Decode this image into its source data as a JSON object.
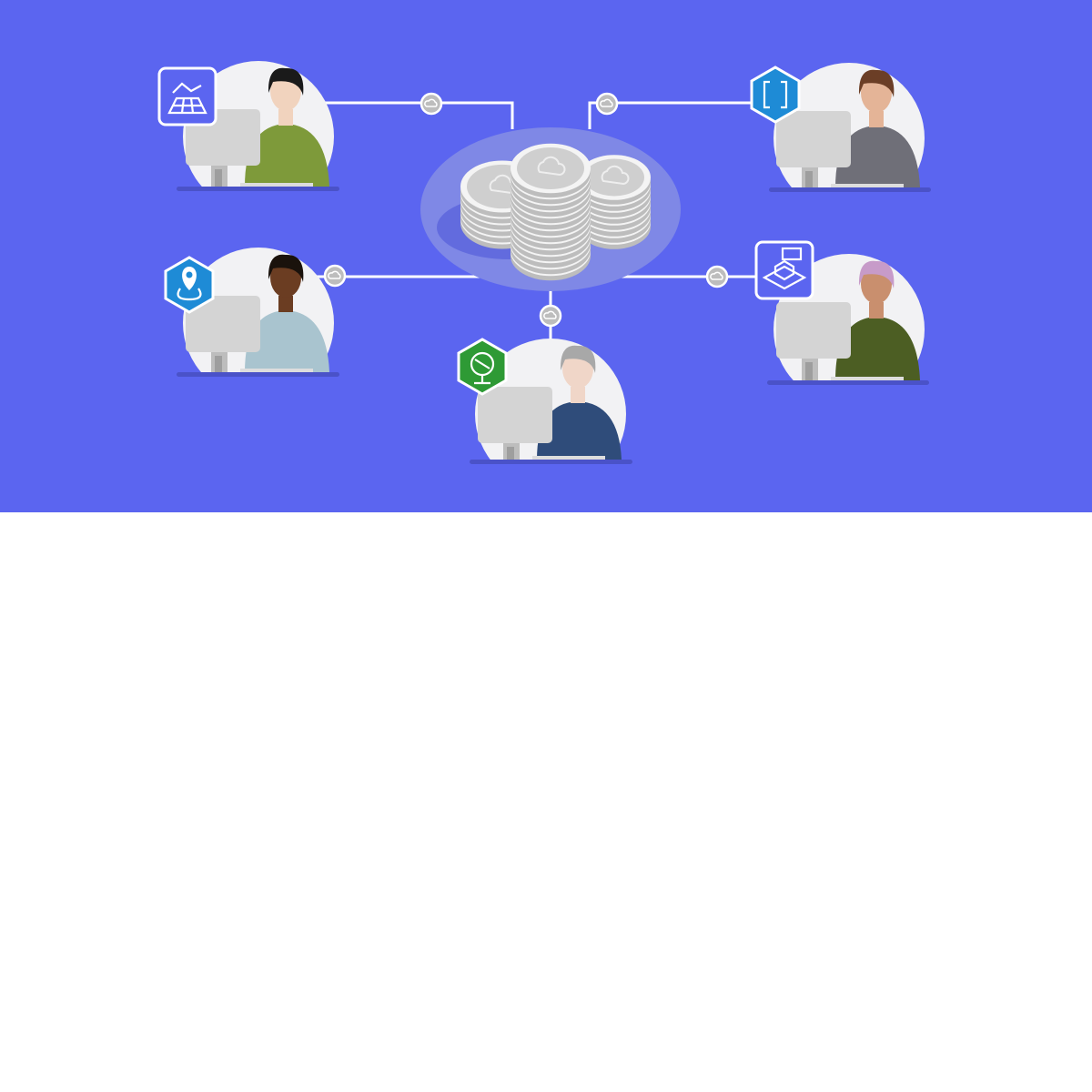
{
  "colors": {
    "background": "#5B65F0",
    "halo": "#7F88E6",
    "connector": "#FFFFFF",
    "node": "#BDBDBD",
    "coin": "#E6E6E6",
    "coin_face": "#CFCFCF",
    "dome": "#F2F2F4",
    "monitor": "#D4D4D4",
    "base_bar": "#4A52C8"
  },
  "people": [
    {
      "position": "top-left",
      "badge_icon": "chart-grid-icon",
      "badge_shape": "square",
      "badge_color": "#5B65F0",
      "shirt": "#7E9A3A",
      "skin": "#F1D3BE",
      "hair": "#1A1A1A"
    },
    {
      "position": "top-right",
      "badge_icon": "brackets-icon",
      "badge_shape": "hexagon",
      "badge_color": "#1E8BD6",
      "shirt": "#6F6F78",
      "skin": "#E4B497",
      "hair": "#6B3E26"
    },
    {
      "position": "middle-left",
      "badge_icon": "location-pin-icon",
      "badge_shape": "hexagon",
      "badge_color": "#1E8BD6",
      "shirt": "#A9C4CF",
      "skin": "#6B3D22",
      "hair": "#1A120C"
    },
    {
      "position": "middle-right",
      "badge_icon": "building-map-icon",
      "badge_shape": "square",
      "badge_color": "#5B65F0",
      "shirt": "#4C5E23",
      "skin": "#C98F6E",
      "hair": "#C79BC9"
    },
    {
      "position": "bottom-center",
      "badge_icon": "globe-sync-icon",
      "badge_shape": "hexagon",
      "badge_color": "#2E9A35",
      "shirt": "#2F4C7A",
      "skin": "#F0D6C8",
      "hair": "#A8A8A8"
    }
  ],
  "center": {
    "icon": "coin-stacks-icon",
    "coin_symbol": "cloud-icon"
  },
  "connector_node_icon": "cloud-icon"
}
